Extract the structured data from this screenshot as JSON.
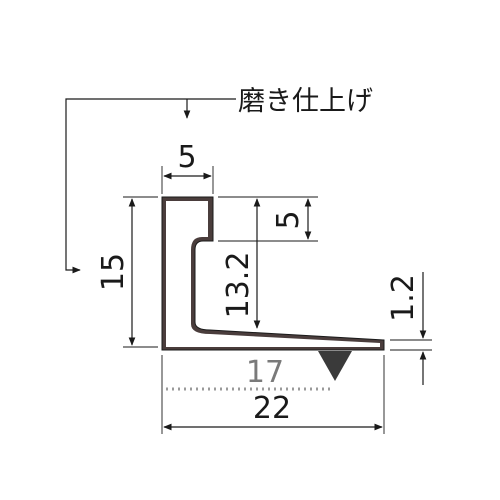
{
  "note": {
    "label": "磨き仕上げ"
  },
  "dimensions": {
    "lip_width": "5",
    "total_height": "15",
    "lip_height": "5",
    "inner_height": "13.2",
    "base_thickness": "1.2",
    "inner_length": "17",
    "total_length": "22"
  },
  "colors": {
    "profile_fill": "#4a3d3c",
    "line": "#1a1a1a",
    "muted": "#7a7a7a"
  }
}
